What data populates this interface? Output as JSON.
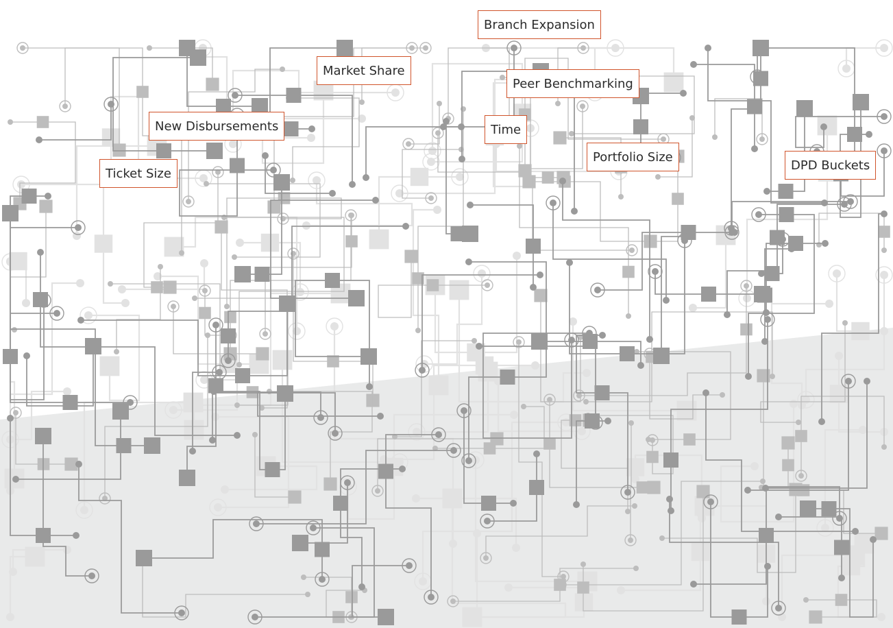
{
  "colors": {
    "label_border": "#d0532a",
    "label_text": "#2b2b2b",
    "background": "#ffffff",
    "background_shade": "#e9eaea",
    "circuit_dark": "#9a9a9a",
    "circuit_mid": "#bdbdbd",
    "circuit_light": "#e2e2e2"
  },
  "labels": {
    "branch_expansion": "Branch Expansion",
    "market_share": "Market Share",
    "peer_benchmarking": "Peer Benchmarking",
    "time": "Time",
    "new_disbursements": "New Disbursements",
    "portfolio_size": "Portfolio Size",
    "dpd_buckets": "DPD Buckets",
    "ticket_size": "Ticket Size"
  }
}
